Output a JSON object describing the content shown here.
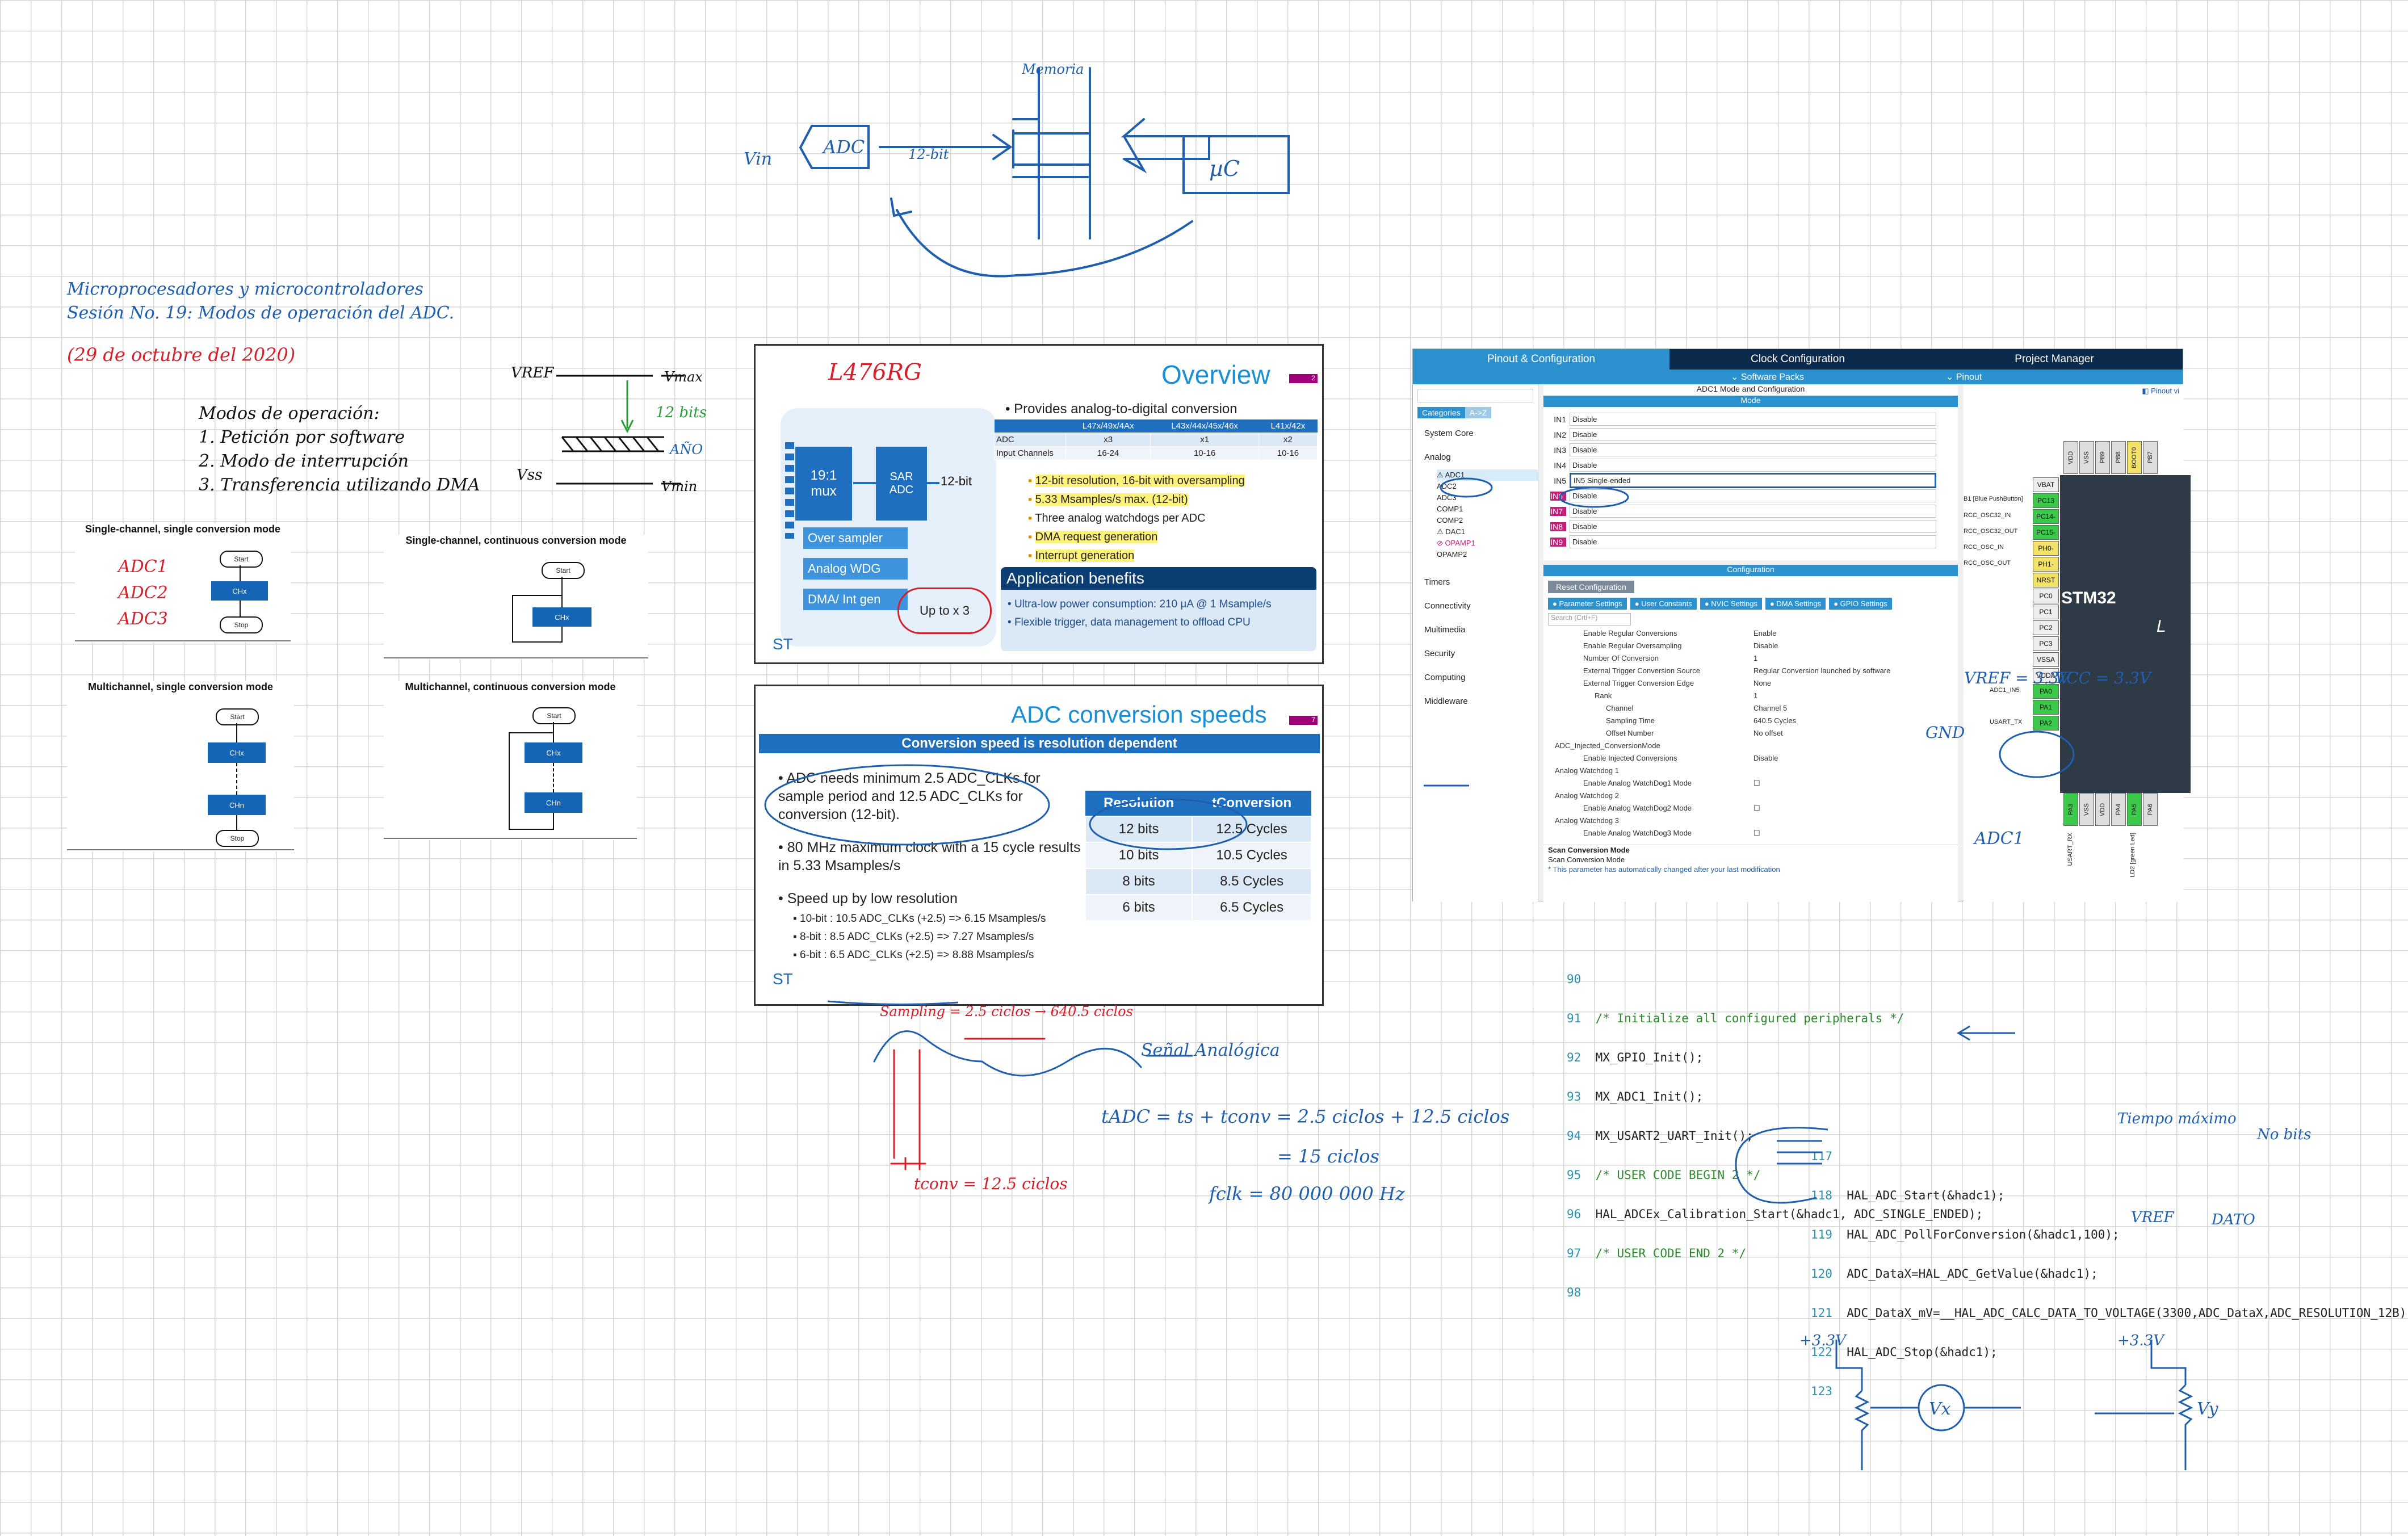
{
  "header": {
    "course": "Microprocesadores y microcontroladores",
    "session": "Sesión No. 19: Modos de operación del ADC.",
    "date": "(29 de octubre del 2020)"
  },
  "top_diagram": {
    "vin": "Vin",
    "adc": "ADC",
    "bus": "12-bit",
    "memory": "Memoria",
    "uc": "µC"
  },
  "modes": {
    "title": "Modos de operación:",
    "items": [
      "1. Petición por software",
      "2. Modo de interrupción",
      "3. Transferencia utilizando DMA"
    ]
  },
  "vref_sketch": {
    "vref": "VREF",
    "vmax": "Vmax",
    "bits": "12 bits",
    "anio": "AÑO",
    "vss": "Vss",
    "vmin": "Vmin"
  },
  "mini_diagrams": [
    {
      "title": "Single-channel, single conversion mode",
      "start": "Start",
      "ch": "CHx",
      "stop": "Stop"
    },
    {
      "title": "Single-channel, continuous conversion mode",
      "start": "Start",
      "ch": "CHx"
    },
    {
      "title": "Multichannel, single conversion mode",
      "start": "Start",
      "ch1": "CHx",
      "ch2": "CHn",
      "stop": "Stop"
    },
    {
      "title": "Multichannel, continuous conversion mode",
      "start": "Start",
      "ch1": "CHx",
      "ch2": "CHn"
    }
  ],
  "adc_list": [
    "ADC1",
    "ADC2",
    "ADC3"
  ],
  "overview": {
    "hand_title": "L476RG",
    "title": "Overview",
    "page": "2",
    "mux": "19:1\nmux",
    "sar": "SAR\nADC",
    "bits": "12-bit",
    "buttons": [
      "Over sampler",
      "Analog WDG",
      "DMA/ Int gen"
    ],
    "upto": "Up to x 3",
    "bullet": "Provides analog-to-digital conversion",
    "table_head": [
      "",
      "L47x/49x/4Ax",
      "L43x/44x/45x/46x",
      "L41x/42x"
    ],
    "table_rows": [
      [
        "ADC",
        "x3",
        "x1",
        "x2"
      ],
      [
        "Input Channels",
        "16-24",
        "10-16",
        "10-16"
      ]
    ],
    "subs": [
      "12-bit resolution, 16-bit with oversampling",
      "5.33 Msamples/s max. (12-bit)",
      "Three analog watchdogs per ADC",
      "DMA request generation",
      "Interrupt generation"
    ],
    "benefits_title": "Application benefits",
    "benefits": [
      "Ultra-low power consumption: 210 µA @ 1 Msample/s",
      "Flexible trigger, data management to offload CPU"
    ]
  },
  "speeds": {
    "title": "ADC conversion speeds",
    "page": "7",
    "banner": "Conversion speed is resolution dependent",
    "b1": "ADC needs minimum 2.5 ADC_CLKs for sample period and 12.5 ADC_CLKs for conversion (12-bit).",
    "b2": "80 MHz maximum clock with a 15 cycle results in 5.33 Msamples/s",
    "b3": "Speed up by low resolution",
    "subs": [
      "10-bit : 10.5 ADC_CLKs (+2.5) => 6.15 Msamples/s",
      "8-bit : 8.5 ADC_CLKs (+2.5) => 7.27 Msamples/s",
      "6-bit : 6.5 ADC_CLKs (+2.5) => 8.88 Msamples/s"
    ],
    "th": [
      "Resolution",
      "tConversion"
    ],
    "rows": [
      [
        "12 bits",
        "12.5 Cycles"
      ],
      [
        "10 bits",
        "10.5 Cycles"
      ],
      [
        "8 bits",
        "8.5 Cycles"
      ],
      [
        "6 bits",
        "6.5 Cycles"
      ]
    ]
  },
  "cubemx": {
    "tabs": [
      "Pinout & Configuration",
      "Clock Configuration",
      "Project Manager"
    ],
    "sub": [
      "Software Packs",
      "Pinout"
    ],
    "pinout_view": "Pinout vi",
    "cat_tabs": [
      "Categories",
      "A->Z"
    ],
    "categories": [
      "System Core",
      "Analog",
      "Timers",
      "Connectivity",
      "Multimedia",
      "Security",
      "Computing",
      "Middleware"
    ],
    "analog_items": [
      "ADC1",
      "ADC2",
      "ADC3",
      "COMP1",
      "COMP2",
      "DAC1",
      "OPAMP1",
      "OPAMP2"
    ],
    "panel_title": "ADC1 Mode and Configuration",
    "mode_label": "Mode",
    "inputs": [
      [
        "IN1",
        "Disable"
      ],
      [
        "IN2",
        "Disable"
      ],
      [
        "IN3",
        "Disable"
      ],
      [
        "IN4",
        "Disable"
      ],
      [
        "IN5",
        "IN5 Single-ended"
      ],
      [
        "IN6",
        "Disable"
      ],
      [
        "IN7",
        "Disable"
      ],
      [
        "IN8",
        "Disable"
      ],
      [
        "IN9",
        "Disable"
      ]
    ],
    "config_label": "Configuration",
    "reset": "Reset Configuration",
    "cfg_tabs": [
      "Parameter Settings",
      "User Constants",
      "NVIC Settings",
      "DMA Settings",
      "GPIO Settings"
    ],
    "search": "Search (Crtl+F)",
    "params": [
      [
        "Enable Regular Conversions",
        "Enable"
      ],
      [
        "Enable Regular Oversampling",
        "Disable"
      ],
      [
        "Number Of Conversion",
        "1"
      ],
      [
        "External Trigger Conversion Source",
        "Regular Conversion launched by software"
      ],
      [
        "External Trigger Conversion Edge",
        "None"
      ],
      [
        "Rank",
        "1"
      ],
      [
        "Channel",
        "Channel 5"
      ],
      [
        "Sampling Time",
        "640.5 Cycles"
      ],
      [
        "Offset Number",
        "No offset"
      ],
      [
        "ADC_Injected_ConversionMode",
        ""
      ],
      [
        "Enable Injected Conversions",
        "Disable"
      ],
      [
        "Analog Watchdog 1",
        ""
      ],
      [
        "Enable Analog WatchDog1 Mode",
        "☐"
      ],
      [
        "Analog Watchdog 2",
        ""
      ],
      [
        "Enable Analog WatchDog2 Mode",
        "☐"
      ],
      [
        "Analog Watchdog 3",
        ""
      ],
      [
        "Enable Analog WatchDog3 Mode",
        "☐"
      ]
    ],
    "footer1": "Scan Conversion Mode",
    "footer2": "Scan Conversion Mode",
    "footer3": "* This parameter has automatically changed after your last modification",
    "left_pins": [
      "VBAT",
      "PC13",
      "PC14-",
      "PC15-",
      "PH0-",
      "PH1-",
      "NRST",
      "PC0",
      "PC1",
      "PC2",
      "PC3",
      "VSSA",
      "VDDA",
      "PA0",
      "PA1",
      "PA2"
    ],
    "top_pins": [
      "VDD",
      "VSS",
      "PB9",
      "PB8",
      "BOOT0",
      "PB7"
    ],
    "bottom_pins": [
      "PA3",
      "VSS",
      "VDD",
      "PA4",
      "PA5",
      "PA6"
    ],
    "signals": [
      "B1 [Blue PushButton]",
      "RCC_OSC32_IN",
      "RCC_OSC32_OUT",
      "RCC_OSC_IN",
      "RCC_OSC_OUT"
    ],
    "chip": "STM32",
    "chip2": "L",
    "usart_tx": "USART_TX",
    "usart_rx": "USART_RX",
    "ld2": "LD2 [green Led]",
    "adc_in": "ADC1_IN5"
  },
  "pinout_notes": {
    "vref": "VREF = 3.3V",
    "vcc": "VCC = 3.3V",
    "gnd": "GND",
    "adc1": "ADC1"
  },
  "code1": {
    "lines": [
      [
        "90",
        ""
      ],
      [
        "91",
        "/* Initialize all configured peripherals */"
      ],
      [
        "92",
        "MX_GPIO_Init();"
      ],
      [
        "93",
        "MX_ADC1_Init();"
      ],
      [
        "94",
        "MX_USART2_UART_Init();"
      ],
      [
        "95",
        "/* USER CODE BEGIN 2 */"
      ],
      [
        "96",
        "HAL_ADCEx_Calibration_Start(&hadc1, ADC_SINGLE_ENDED);"
      ],
      [
        "97",
        "/* USER CODE END 2 */"
      ],
      [
        "98",
        ""
      ]
    ]
  },
  "code2": {
    "lines": [
      [
        "117",
        ""
      ],
      [
        "118",
        "HAL_ADC_Start(&hadc1);"
      ],
      [
        "119",
        "HAL_ADC_PollForConversion(&hadc1,100);"
      ],
      [
        "120",
        "ADC_DataX=HAL_ADC_GetValue(&hadc1);"
      ],
      [
        "121",
        "ADC_DataX_mV=__HAL_ADC_CALC_DATA_TO_VOLTAGE(3300,ADC_DataX,ADC_RESOLUTION_12B);"
      ],
      [
        "122",
        "HAL_ADC_Stop(&hadc1);"
      ],
      [
        "123",
        ""
      ]
    ],
    "notes": [
      "Tiempo máximo",
      "No bits",
      "VREF",
      "DATO"
    ]
  },
  "signal_notes": {
    "sampling": "Sampling = 2.5 ciclos → 640.5 ciclos",
    "analog": "Señal Analógica",
    "tconv": "tconv = 12.5 ciclos",
    "t1": "tADC = ts + tconv = 2.5 ciclos + 12.5 ciclos",
    "t2": "= 15 ciclos",
    "t3": "fclk = 80 000 000 Hz"
  },
  "circuit": {
    "v1": "+3.3V",
    "v2": "+3.3V",
    "vx": "Vx",
    "vy": "Vy"
  }
}
